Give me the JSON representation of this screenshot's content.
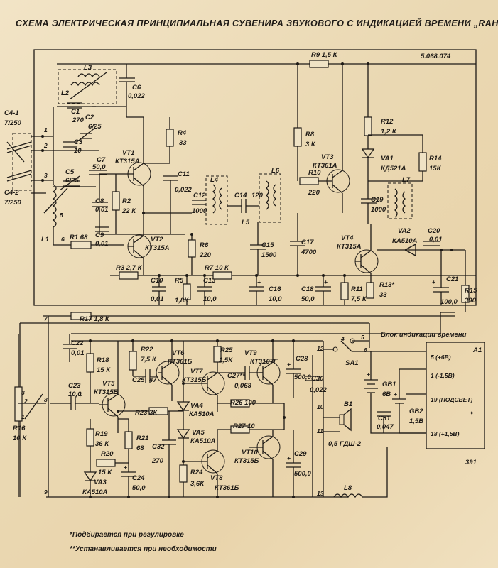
{
  "title": "СХЕМА ЭЛЕКТРИЧЕСКАЯ ПРИНЦИПИАЛЬНАЯ СУВЕНИРА ЗВУКОВОГО С ИНДИКАЦИЕЙ ВРЕМЕНИ „RAHU\"",
  "doc_number": "5.068.074",
  "page_code": "391",
  "block_title": "Блок индикации времени",
  "block_ref": "A1",
  "block_pins": [
    "5 (+6В)",
    "1 (-1,5В)",
    "19 (ПОДСВЕТ)",
    "18 (+1,5В)"
  ],
  "notes": [
    "*Подбирается при регулировке",
    "**Устанавливается при необходимости"
  ],
  "labels": {
    "c4_1": "C4-1",
    "c4_1v": "7/250",
    "c4_2": "C4-2",
    "c4_2v": "7/250",
    "l1": "L1",
    "l2": "L2",
    "l3": "L3",
    "l4": "L4",
    "l5": "L5",
    "l6": "L6",
    "l7": "L7",
    "l8": "L8",
    "c1": "C1",
    "c1v": "270",
    "c2": "C2",
    "c2v": "6/25",
    "c3": "C3",
    "c3v": "10",
    "c5": "C5",
    "c5v": "6/25",
    "c6": "C6",
    "c6v": "0,022",
    "c7": "C7",
    "c7v": "50,0",
    "c8": "C8",
    "c8v": "0,01",
    "c9": "C9",
    "c9v": "0,01",
    "c10": "C10",
    "c10v": "0,01",
    "c11": "C11",
    "c11v": "0,022",
    "c12": "C12",
    "c12v": "1000",
    "c13": "C13",
    "c13v": "10,0",
    "c14": "C14",
    "c14v": "120",
    "c15": "C15",
    "c15v": "1500",
    "c16": "C16",
    "c16v": "10,0",
    "c17": "C17",
    "c17v": "4700",
    "c18": "C18",
    "c18v": "50,0",
    "c19": "C19",
    "c19v": "1000",
    "c20": "C20",
    "c20v": "0,01",
    "c21": "C21",
    "c21v": "100,0",
    "c22": "C22",
    "c22v": "0,01",
    "c23": "C23",
    "c23v": "10,0",
    "c24": "C24",
    "c24v": "50,0",
    "c25": "C25",
    "c25v": "47",
    "c27": "C27**",
    "c27v": "0,068",
    "c28": "C28",
    "c28v": "500,0",
    "c29": "C29",
    "c29v": "500,0",
    "c30": "C30",
    "c30v": "0,022",
    "c31": "C31",
    "c31v": "0,047",
    "c32": "C32",
    "c32v": "270",
    "r1": "R1 68",
    "r2": "R2",
    "r2v": "22 К",
    "r3": "R3 2,7 К",
    "r4": "R4",
    "r4v": "33",
    "r5": "R5",
    "r5v": "1,8К",
    "r6": "R6",
    "r6v": "220",
    "r7": "R7 10 К",
    "r8": "R8",
    "r8v": "3 К",
    "r9": "R9 1,5 К",
    "r10": "R10",
    "r10v": "220",
    "r11": "R11",
    "r11v": "7,5 К",
    "r12": "R12",
    "r12v": "1,2 К",
    "r13": "R13*",
    "r13v": "33",
    "r14": "R14",
    "r14v": "15К",
    "r15": "R15",
    "r15v": "390",
    "r16": "R16",
    "r16v": "10 К",
    "r17": "R17 1,8 К",
    "r18": "R18",
    "r18v": "15 К",
    "r19": "R19",
    "r19v": "36 К",
    "r20": "R20",
    "r20v": "15 К",
    "r21": "R21",
    "r21v": "68",
    "r22": "R22",
    "r22v": "7,5 К",
    "r23": "R23 3К",
    "r24": "R24",
    "r24v": "3,6К",
    "r25": "R25",
    "r25v": "1,5К",
    "r26": "R26 100",
    "r27": "R27 10",
    "vt1": "VT1",
    "vt1t": "КТ315А",
    "vt2": "VT2",
    "vt2t": "КТ315А",
    "vt3": "VT3",
    "vt3t": "КТ361А",
    "vt4": "VT4",
    "vt4t": "КТ315А",
    "vt5": "VT5",
    "vt5t": "КТ315Б",
    "vt6": "VT6",
    "vt6t": "КТ361Б",
    "vt7": "VT7",
    "vt7t": "КТ315Б",
    "vt8": "VT8",
    "vt8t": "КТ361Б",
    "vt9": "VT9",
    "vt9t": "КТ3107Г",
    "vt10": "VT10",
    "vt10t": "КТ315Б",
    "va1": "VA1",
    "va1t": "КД521А",
    "va2": "VA2",
    "va2t": "КА510А",
    "va3": "VA3",
    "va3t": "КА510А",
    "va4": "VA4",
    "va4t": "КА510А",
    "va5": "VA5",
    "va5t": "КА510А",
    "b1": "B1",
    "b1t": "0,5 ГДШ-2",
    "sa1": "SA1",
    "gb1": "GB1",
    "gb1v": "6В",
    "gb2": "GB2",
    "gb2v": "1,5В"
  }
}
